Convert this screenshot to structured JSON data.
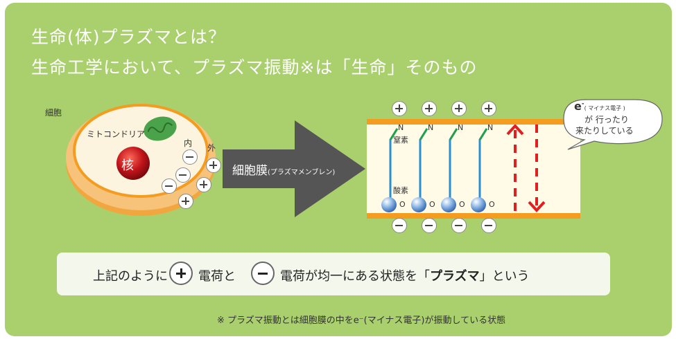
{
  "title": {
    "line1": "生命(体)プラズマとは？",
    "line2": "生命工学において、プラズマ振動※は「生命」そのもの"
  },
  "cell": {
    "label": "細胞",
    "mitochondria": "ミトコンドリア",
    "nucleus": "核",
    "inner": "内",
    "outer": "外"
  },
  "arrow": {
    "label": "細胞膜",
    "sublabel": "(プラズマメンブレン)"
  },
  "membrane": {
    "nitrogen_label": "窒素",
    "oxygen_label": "酸素",
    "n_atom": "N",
    "o_atom": "O"
  },
  "bubble": {
    "electron": "e",
    "electron_sign": "-",
    "electron_note": "( マイナス電子 )",
    "line2": "が 行ったり",
    "line3": "来たりしている"
  },
  "summary": {
    "before": "上記のように",
    "charge1": "電荷と",
    "charge2": "電荷が均一にある状態を「",
    "bold": "プラズマ",
    "after": "」という"
  },
  "footnote": "※ プラズマ振動とは細胞膜の中をe⁻(マイナス電子)が振動している状態",
  "colors": {
    "background": "#a9d06c",
    "cell_rim": "#f2a640",
    "nucleus": "#c0141a",
    "membrane": "#f39c1f",
    "arrow": "#555555",
    "oscillation": "#e02020"
  }
}
